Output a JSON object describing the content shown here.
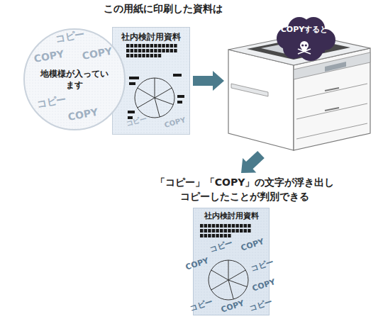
{
  "diagram": {
    "title": "この用紙に印刷した資料は",
    "nodes": [
      {
        "text": [
          "社内検討用資料"
        ]
      },
      {
        "text": [
          "地模様が入っています"
        ]
      },
      {
        "text": [
          "COPYすると"
        ]
      },
      {
        "text": [
          "「コピー」「COPY」の文字が浮き出し コピーしたことが判別できる",
          "社内検討用資料"
        ]
      }
    ],
    "edges": [
      {
        "from": 0,
        "to": 2,
        "arrow": "to"
      },
      {
        "from": 2,
        "to": 3,
        "arrow": "to"
      }
    ],
    "labels": [
      "コピー",
      "COPY",
      "コピー",
      "COPY",
      "COPY",
      "コピー",
      "COPY",
      "コピー",
      "COPY",
      "コピー",
      "COPY",
      "COPY",
      "コピー",
      "COPY",
      "コピー"
    ]
  }
}
